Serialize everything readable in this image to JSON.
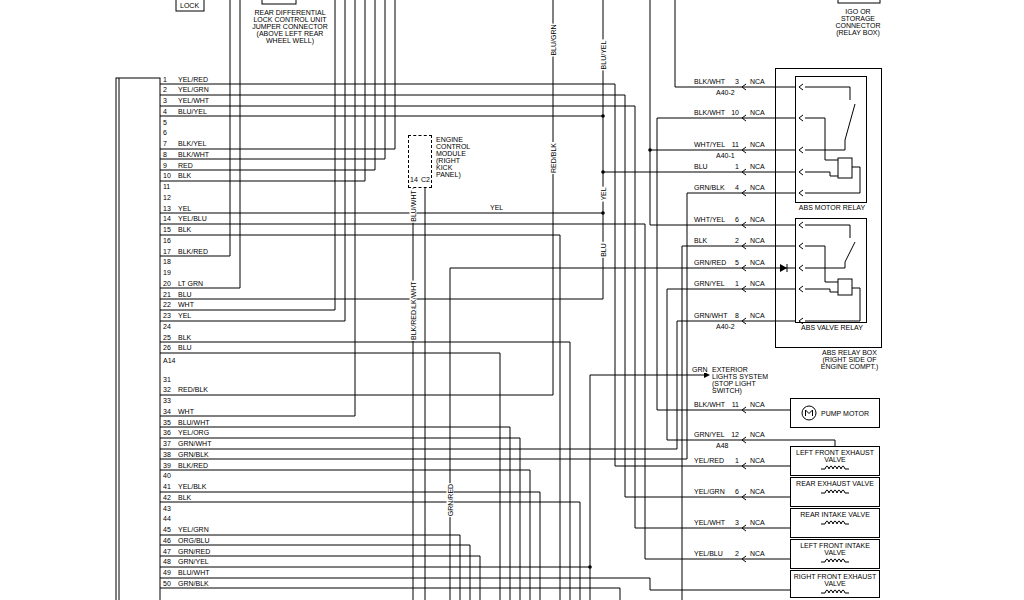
{
  "diagram": {
    "nodes": [
      {
        "text": [
          "ABS RELAY BOX (RIGHT SIDE OF ENGINE COMPT.)"
        ]
      },
      {
        "text": [
          "ABS MOTOR RELAY"
        ],
        "in": 0
      },
      {
        "text": [
          "ENGINE CONTROL MODULE (RIGHT KICK PANEL)"
        ]
      },
      {
        "text": [
          "ABS VALVE RELAY"
        ],
        "in": 0
      },
      {
        "text": [
          "PUMP MOTOR"
        ]
      },
      {
        "text": [
          "LEFT FRONT EXHAUST VALVE"
        ]
      },
      {
        "text": [
          "REAR EXHAUST VALVE"
        ]
      },
      {
        "text": [
          "REAR INTAKE VALVE"
        ]
      },
      {
        "text": [
          "LEFT FRONT INTAKE VALVE"
        ]
      },
      {
        "text": [
          "RIGHT FRONT EXHAUST VALVE"
        ]
      }
    ],
    "edges": [
      {
        "from": 1,
        "to": 4,
        "arrow": "none"
      }
    ],
    "labels": [
      "LOCK",
      "REAR DIFFERENTIAL LOCK CONTROL UNIT JUMPER CONNECTOR (ABOVE LEFT REAR WHEEL WELL)",
      "IGO OR STORAGE CONNECTOR (RELAY BOX)",
      "BLU/GRN",
      "BLU/YEL",
      "RED/BLK",
      "14",
      "C2",
      "BLU/WHT",
      "YEL",
      "YEL",
      "BLU",
      "BLK/WHT",
      "BLK/RED",
      "GRN/RED",
      "GRN",
      "EXTERIOR LIGHTS SYSTEM (STOP LIGHT SWITCH)",
      "BLK/WHT",
      "3",
      "NCA",
      "A40-2",
      "BLK/WHT",
      "10",
      "NCA",
      "WHT/YEL",
      "11",
      "NCA",
      "A40-1",
      "BLU",
      "1",
      "NCA",
      "GRN/BLK",
      "4",
      "NCA",
      "WHT/YEL",
      "6",
      "NCA",
      "BLK",
      "2",
      "NCA",
      "GRN/RED",
      "5",
      "NCA",
      "GRN/YEL",
      "1",
      "NCA",
      "GRN/WHT",
      "8",
      "NCA",
      "A40-2",
      "BLK/WHT",
      "11",
      "NCA",
      "GRN/YEL",
      "12",
      "NCA",
      "A48",
      "YEL/RED",
      "1",
      "NCA",
      "YEL/GRN",
      "6",
      "NCA",
      "YEL/WHT",
      "3",
      "NCA",
      "YEL/BLU",
      "2",
      "NCA",
      "1",
      "YEL/RED",
      "2",
      "YEL/GRN",
      "3",
      "YEL/WHT",
      "4",
      "BLU/YEL",
      "5",
      "6",
      "7",
      "BLK/YEL",
      "8",
      "BLK/WHT",
      "9",
      "RED",
      "10",
      "BLK",
      "11",
      "12",
      "13",
      "YEL",
      "14",
      "YEL/BLU",
      "15",
      "BLK",
      "16",
      "17",
      "BLK/RED",
      "18",
      "19",
      "20",
      "LT GRN",
      "21",
      "BLU",
      "22",
      "WHT",
      "23",
      "YEL",
      "24",
      "25",
      "BLK",
      "26",
      "BLU",
      "A14",
      "31",
      "32",
      "RED/BLK",
      "33",
      "34",
      "WHT",
      "35",
      "BLU/WHT",
      "36",
      "YEL/ORG",
      "37",
      "GRN/WHT",
      "38",
      "GRN/BLK",
      "39",
      "BLK/RED",
      "40",
      "41",
      "YEL/BLK",
      "42",
      "BLK",
      "43",
      "44",
      "45",
      "YEL/GRN",
      "46",
      "ORG/BLU",
      "47",
      "GRN/RED",
      "48",
      "GRN/YEL",
      "49",
      "BLU/WHT",
      "50",
      "GRN/BLK"
    ]
  }
}
